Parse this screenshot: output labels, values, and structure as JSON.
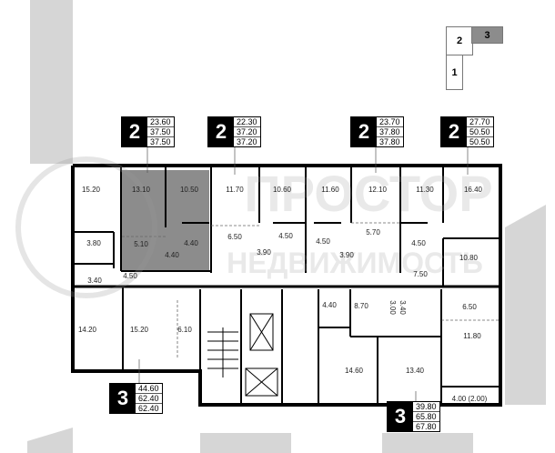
{
  "key_plan": {
    "sections": [
      "2",
      "3",
      "1"
    ],
    "current": "3"
  },
  "apartments": [
    {
      "rooms": "2",
      "areas": [
        "23.60",
        "37.50",
        "37.50"
      ]
    },
    {
      "rooms": "2",
      "areas": [
        "22.30",
        "37.20",
        "37.20"
      ]
    },
    {
      "rooms": "2",
      "areas": [
        "23.70",
        "37.80",
        "37.80"
      ]
    },
    {
      "rooms": "2",
      "areas": [
        "27.70",
        "50.50",
        "50.50"
      ]
    },
    {
      "rooms": "3",
      "areas": [
        "44.60",
        "62.40",
        "62.40"
      ]
    },
    {
      "rooms": "3",
      "areas": [
        "39.80",
        "65.80",
        "67.80"
      ]
    }
  ],
  "rooms_top": [
    "15.20",
    "13.10",
    "10.50",
    "11.70",
    "10.60",
    "11.60",
    "12.10",
    "11.30",
    "16.40"
  ],
  "rooms_mid": [
    "3.80",
    "5.10",
    "4.40",
    "4.40",
    "6.50",
    "3.90",
    "4.50",
    "4.50",
    "3.90",
    "5.70",
    "4.50",
    "10.80",
    "7.50",
    "3.40",
    "4.50"
  ],
  "rooms_bottom": [
    "14.20",
    "15.20",
    "6.10",
    "4.40",
    "8.70",
    "3.00",
    "3.40",
    "6.50",
    "11.80",
    "14.60",
    "13.40",
    "4.00 (2.00)"
  ],
  "watermark": {
    "line1": "ПРОСТОР",
    "line2": "НЕДВИЖИМОСТЬ"
  },
  "colors": {
    "highlight": "#8c8c8c",
    "wall": "#000000",
    "surround": "#d4d4d4"
  }
}
